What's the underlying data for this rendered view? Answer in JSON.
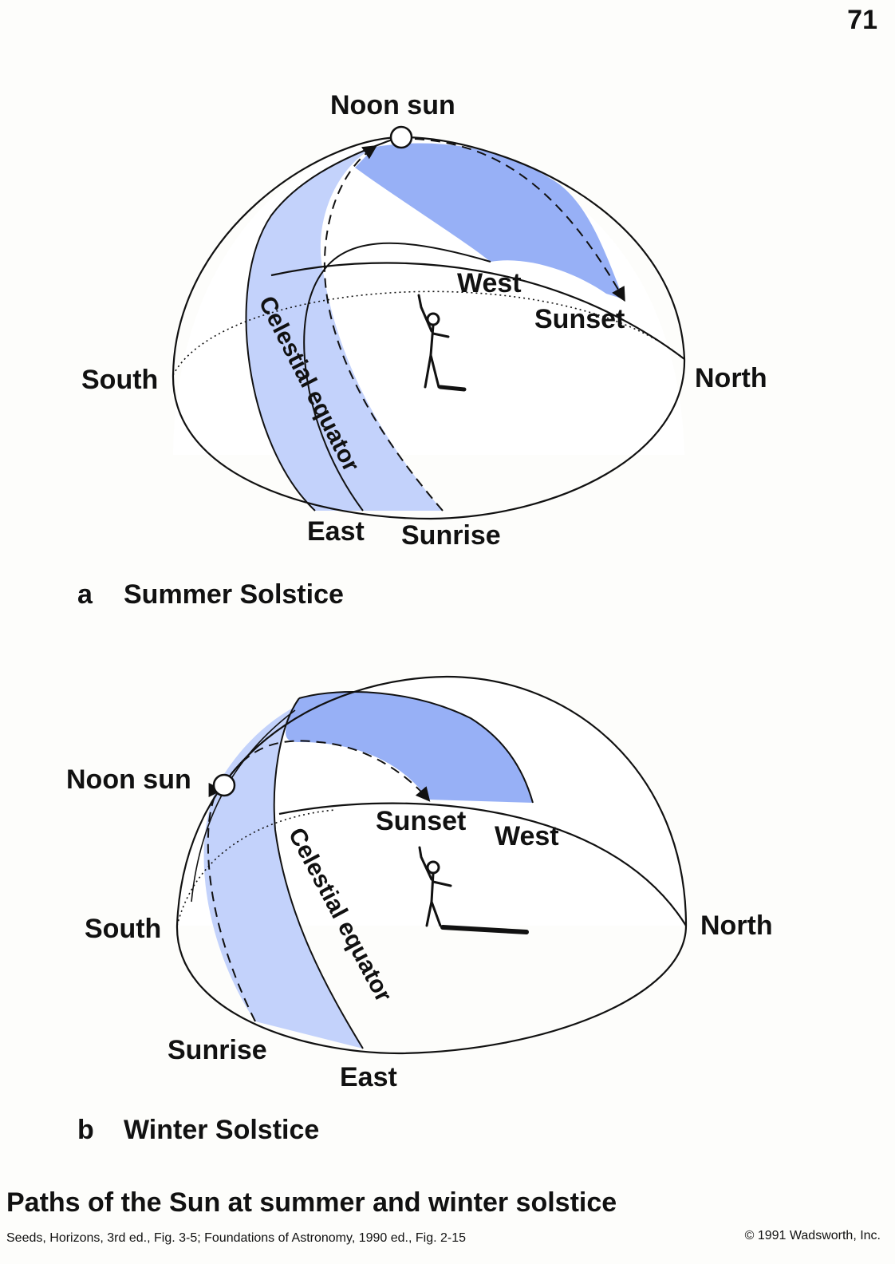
{
  "page_number": "71",
  "colors": {
    "band_light": "#c3d2fb",
    "band_dark": "#97b0f6",
    "ink": "#111111"
  },
  "icons": {
    "sun": "noon-sun-circle",
    "observer": "stick-figure-observer"
  },
  "panel_a": {
    "letter": "a",
    "caption": "Summer Solstice",
    "labels": {
      "noon_sun": "Noon sun",
      "west": "West",
      "sunset": "Sunset",
      "south": "South",
      "north": "North",
      "east": "East",
      "sunrise": "Sunrise",
      "celestial_equator": "Celestial equator"
    }
  },
  "panel_b": {
    "letter": "b",
    "caption": "Winter Solstice",
    "labels": {
      "noon_sun": "Noon sun",
      "sunset": "Sunset",
      "west": "West",
      "south": "South",
      "north": "North",
      "sunrise": "Sunrise",
      "east": "East",
      "celestial_equator": "Celestial equator"
    }
  },
  "figure_title": "Paths of the Sun at summer and winter solstice",
  "source_note": "Seeds, Horizons, 3rd ed., Fig. 3-5; Foundations of Astronomy, 1990 ed., Fig. 2-15",
  "copyright": "© 1991 Wadsworth, Inc."
}
